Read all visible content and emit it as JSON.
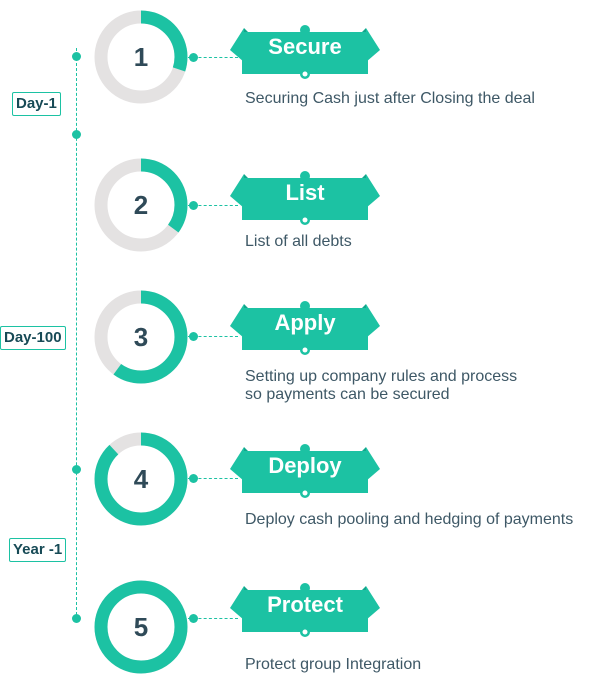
{
  "colors": {
    "accent": "#1cc2a3",
    "track": "#e4e2e2",
    "text": "#3e5866",
    "number": "#2f4a58"
  },
  "timeline": {
    "labels": [
      "Day-1",
      "Day-100",
      "Year -1"
    ]
  },
  "steps": [
    {
      "number": "1",
      "title": "Secure",
      "description": "Securing Cash just after Closing the deal",
      "progress": 0.3
    },
    {
      "number": "2",
      "title": "List",
      "description": "List of all debts",
      "progress": 0.35
    },
    {
      "number": "3",
      "title": "Apply",
      "description": "Setting up company rules and process\nso payments can be secured",
      "progress": 0.6
    },
    {
      "number": "4",
      "title": "Deploy",
      "description": "Deploy cash pooling and hedging of payments",
      "progress": 0.88
    },
    {
      "number": "5",
      "title": "Protect",
      "description": "Protect group Integration",
      "progress": 1.0
    }
  ]
}
